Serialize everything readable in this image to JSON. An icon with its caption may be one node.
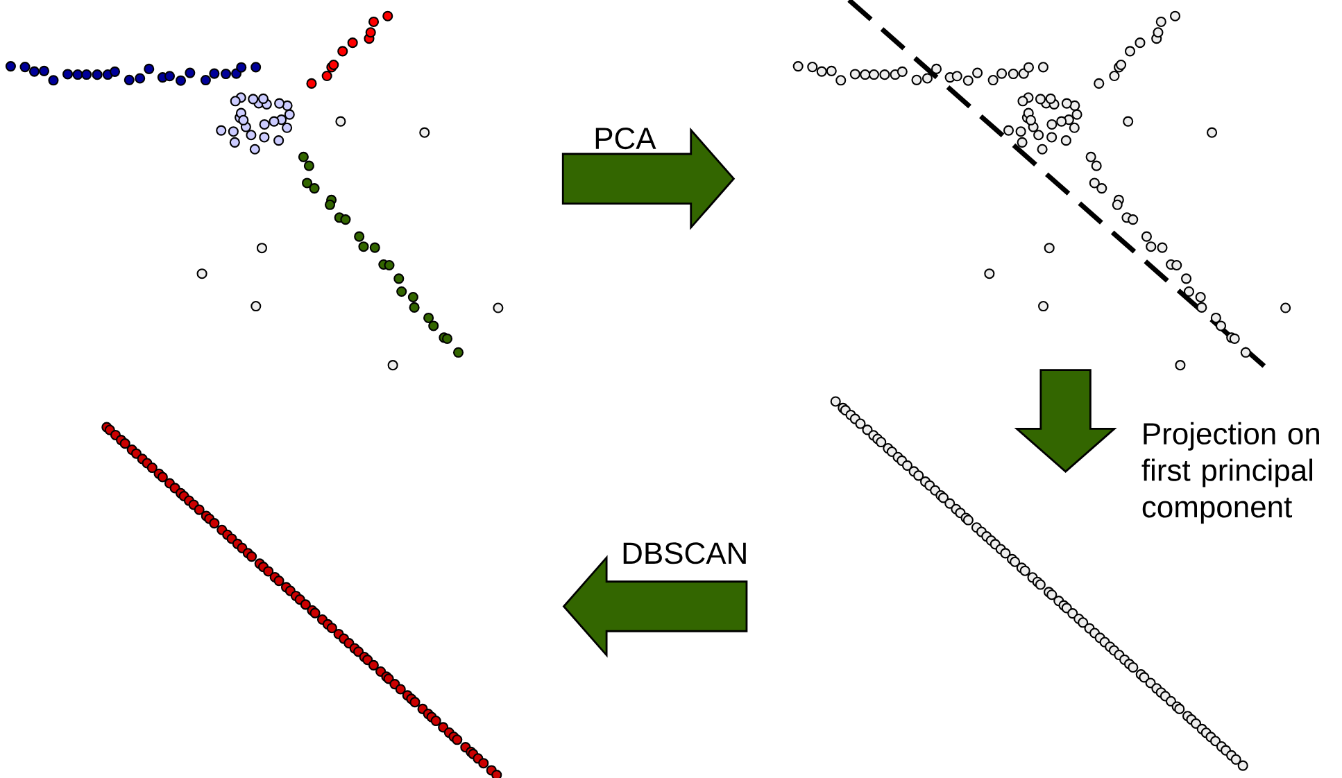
{
  "diagram": {
    "nodes": [
      {
        "text": [],
        "shape": "picture"
      },
      {
        "text": [],
        "shape": "picture"
      },
      {
        "text": [],
        "shape": "picture"
      },
      {
        "text": [],
        "shape": "picture"
      }
    ],
    "edges": [
      {
        "from": 0,
        "to": 1,
        "arrow": "to",
        "label": "PCA"
      },
      {
        "from": 1,
        "to": 3,
        "arrow": "to",
        "label": "Projection on first principal component"
      },
      {
        "from": 3,
        "to": 2,
        "arrow": "to",
        "label": "DBSCAN"
      }
    ]
  }
}
